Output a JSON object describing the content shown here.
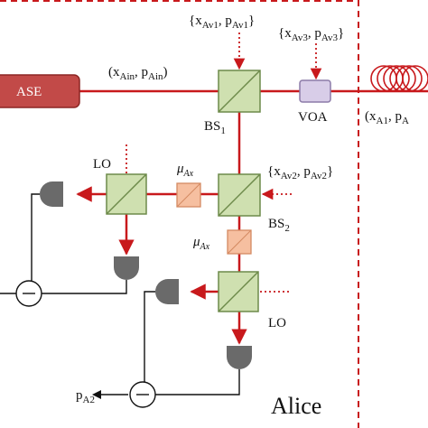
{
  "components": {
    "source_label": "ASE",
    "bs1_label": "BS",
    "bs1_sub": "1",
    "bs2_label": "BS",
    "bs2_sub": "2",
    "voa_label": "VOA",
    "lo_top_label": "LO",
    "lo_bottom_label": "LO",
    "region_label": "Alice"
  },
  "modes": {
    "input_left": "(x",
    "input_sub1": "Ain",
    "input_mid": ", p",
    "input_sub2": "Ain",
    "input_right": ")",
    "vac1_left": "{x",
    "vac1_sub1": "Av1",
    "vac1_mid": ", p",
    "vac1_sub2": "Av1",
    "vac1_right": "}",
    "vac3_left": "{x",
    "vac3_sub1": "Av3",
    "vac3_mid": ", p",
    "vac3_sub2": "Av3",
    "vac3_right": "}",
    "vac2_left": "{x",
    "vac2_sub1": "Av2",
    "vac2_mid": ", p",
    "vac2_sub2": "Av2",
    "vac2_right": "}",
    "output_left": "(x",
    "output_sub1": "A1",
    "output_mid": ", p",
    "output_sub2": "A",
    "mu_upper_symbol": "μ",
    "mu_upper_sub": "Ax",
    "mu_lower_symbol": "μ",
    "mu_lower_sub": "Ax",
    "pA2_main": "p",
    "pA2_sub": "A2"
  },
  "colors": {
    "beam": "#c8191c",
    "source_fill": "#c24a48",
    "source_stroke": "#8c2523",
    "bs_fill": "#cfe0b0",
    "bs_stroke": "#6d8a4a",
    "modulator_fill": "#f6bfa0",
    "modulator_stroke": "#d48a62",
    "voa_fill": "#d8cde8",
    "voa_stroke": "#8c7ba8",
    "detector_fill": "#6a6a6a",
    "boundary": "#c8191c"
  }
}
